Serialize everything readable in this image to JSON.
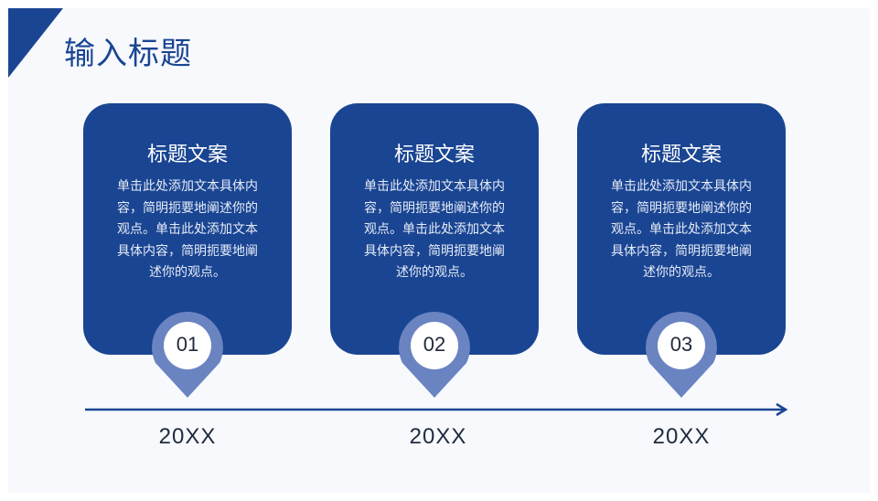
{
  "slide": {
    "title": "输入标题"
  },
  "colors": {
    "primary": "#1a4592",
    "pin": "#6a84c2",
    "background": "#f7f9fd"
  },
  "cards": [
    {
      "heading": "标题文案",
      "body": "单击此处添加文本具体内容，简明扼要地阐述你的观点。单击此处添加文本具体内容，简明扼要地阐述你的观点。",
      "number": "01",
      "year": "20XX"
    },
    {
      "heading": "标题文案",
      "body": "单击此处添加文本具体内容，简明扼要地阐述你的观点。单击此处添加文本具体内容，简明扼要地阐述你的观点。",
      "number": "02",
      "year": "20XX"
    },
    {
      "heading": "标题文案",
      "body": "单击此处添加文本具体内容，简明扼要地阐述你的观点。单击此处添加文本具体内容，简明扼要地阐述你的观点。",
      "number": "03",
      "year": "20XX"
    }
  ],
  "icons": {
    "timeline": "arrow-right-icon",
    "pin": "map-pin-icon"
  }
}
